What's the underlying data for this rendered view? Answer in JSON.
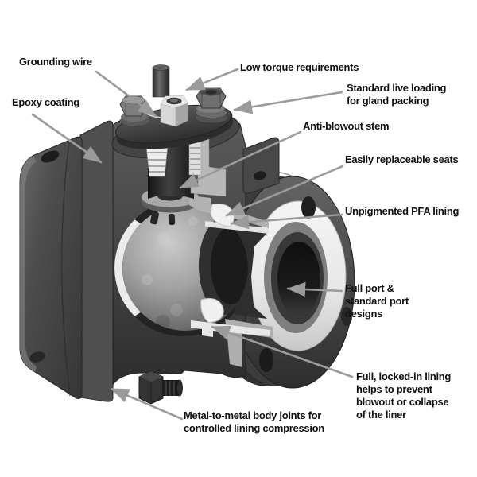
{
  "diagram": {
    "type": "cutaway-illustration",
    "subject_labels_count": 10
  },
  "labels": {
    "grounding_wire": "Grounding wire",
    "epoxy_coating": "Epoxy coating",
    "low_torque": "Low torque requirements",
    "live_loading": "Standard live loading\nfor gland packing",
    "anti_blowout": "Anti-blowout stem",
    "replaceable_seats": "Easily replaceable seats",
    "pfa_lining": "Unpigmented PFA lining",
    "port_designs": "Full port &\nstandard port\ndesigns",
    "locked_in_lining": "Full, locked-in lining\nhelps to prevent\nblowout or collapse\nof the liner",
    "body_joints": "Metal-to-metal body joints for\ncontrolled lining compression"
  },
  "colors": {
    "background": "#ffffff",
    "text": "#111111",
    "arrow": "#9b9b9b",
    "metal_dark": "#333333",
    "metal_mid": "#4f4f4f",
    "cut_face": "#b3b3b3",
    "lining_white": "#efefef"
  }
}
